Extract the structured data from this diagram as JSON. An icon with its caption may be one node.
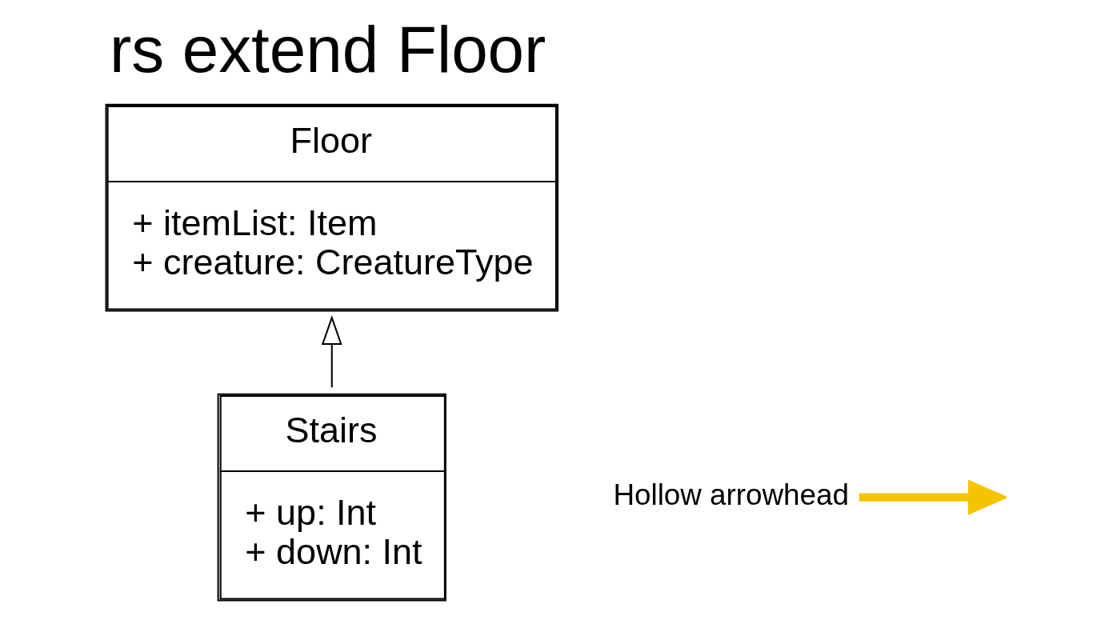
{
  "diagram": {
    "title": "rs extend Floor",
    "nodes": [
      {
        "text": [
          "Floor",
          "+ itemList: Item",
          "+ creature: CreatureType"
        ]
      },
      {
        "text": [
          "Stairs",
          "+ up: Int",
          "+ down: Int"
        ]
      },
      {
        "text": [
          "Hollow arrowhead"
        ]
      }
    ],
    "edges": [
      {
        "from": 1,
        "to": 0,
        "arrow": "to"
      },
      {
        "from": 2,
        "to": null,
        "arrow": "to",
        "style": "thick",
        "color": "#f5c400"
      }
    ]
  }
}
